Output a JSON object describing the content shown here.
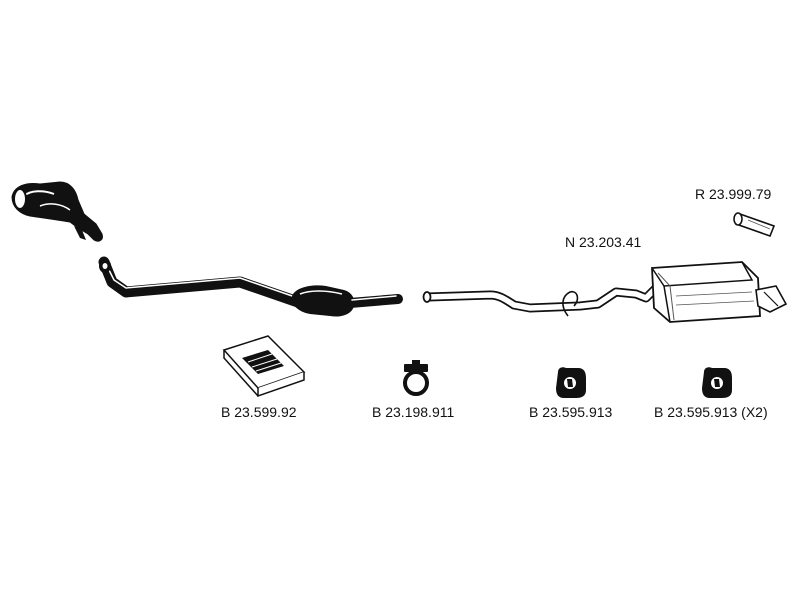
{
  "parts": {
    "tail_pipe": {
      "code": "R 23.999.79"
    },
    "rear_silencer": {
      "code": "N 23.203.41"
    },
    "fitting_kit": {
      "code": "B 23.599.92"
    },
    "clamp": {
      "code": "B 23.198.911"
    },
    "rubber_mount_a": {
      "code": "B 23.595.913"
    },
    "rubber_mount_b": {
      "code": "B 23.595.913 (X2)"
    }
  },
  "colors": {
    "ink": "#111111",
    "paper": "#ffffff",
    "shade": "#555555"
  }
}
